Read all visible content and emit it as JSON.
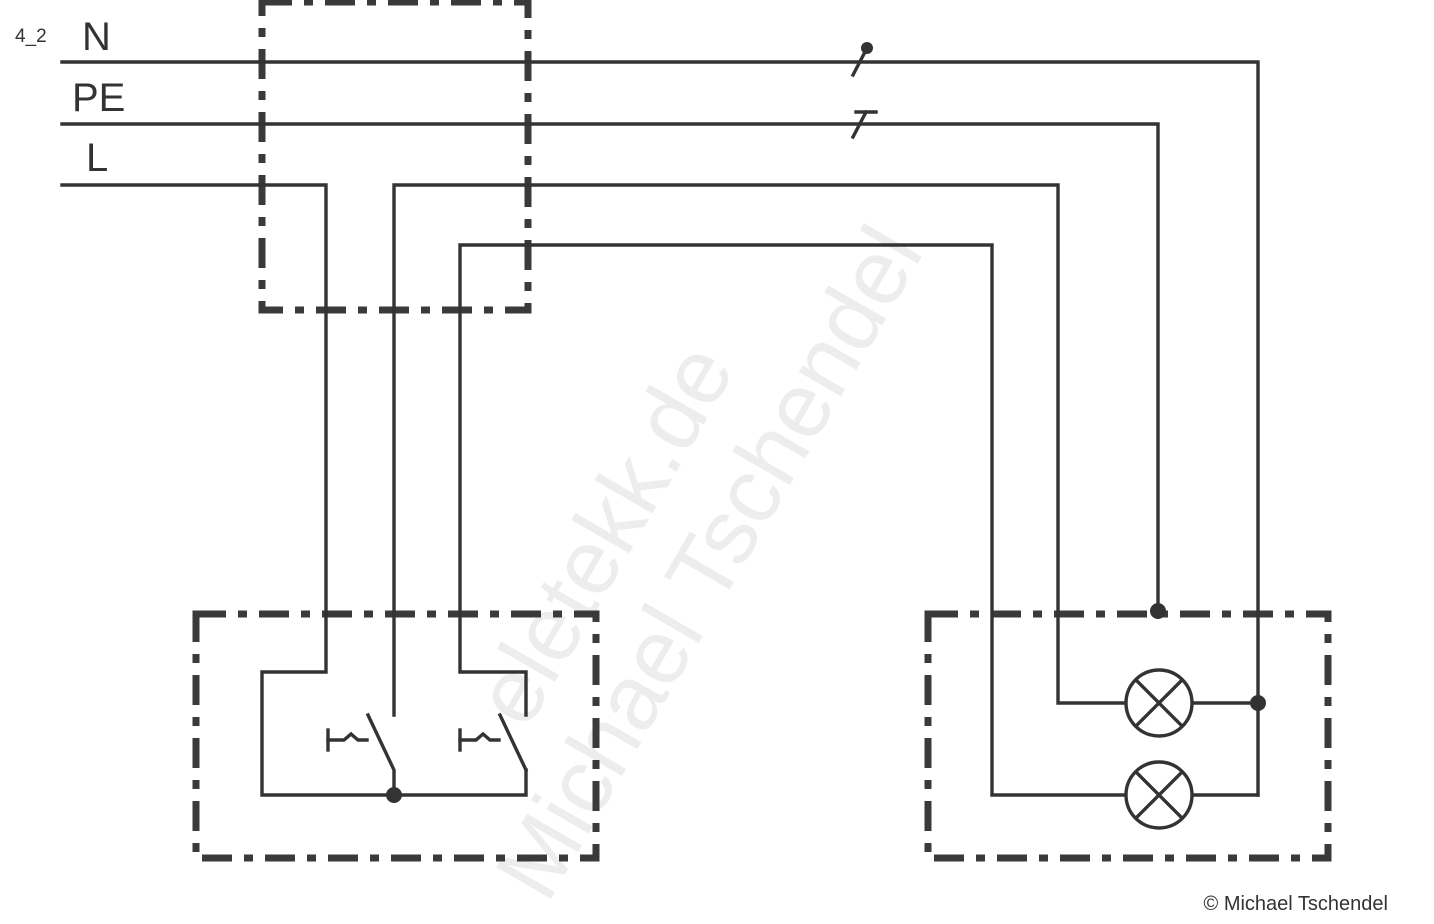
{
  "diagram_id": "4_2",
  "conductors": {
    "neutral": "N",
    "protective_earth": "PE",
    "line": "L"
  },
  "watermark": {
    "line1": "eletekk.de",
    "line2": "Michael Tschendel"
  },
  "copyright": "© Michael Tschendel",
  "colors": {
    "wire": "#333333",
    "enclosure_border": "#3a3a3a",
    "background": "#ffffff"
  }
}
